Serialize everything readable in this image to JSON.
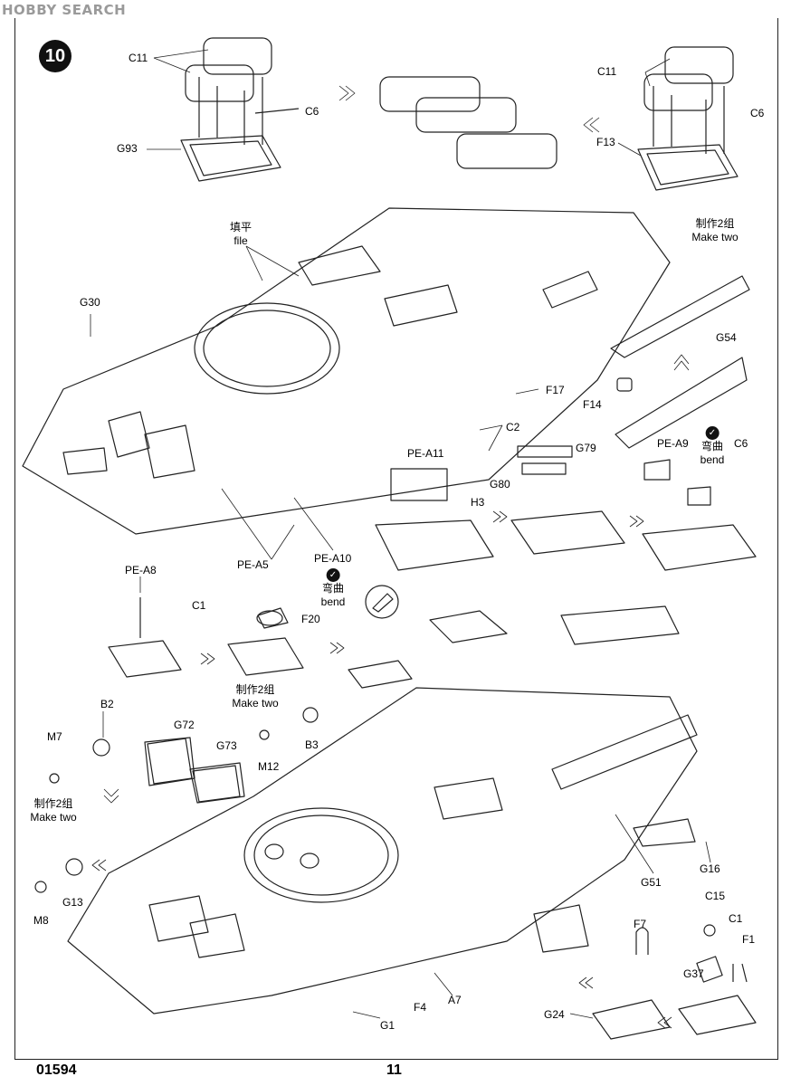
{
  "watermark": "HOBBY SEARCH",
  "step_number": "10",
  "page_code": "01594",
  "page_number": "11",
  "labels": {
    "c11_tl": "C11",
    "c6_tl": "C6",
    "g93": "G93",
    "c11_tr": "C11",
    "c6_tr": "C6",
    "f13": "F13",
    "g30": "G30",
    "f17": "F17",
    "c2": "C2",
    "f14": "F14",
    "g54": "G54",
    "pe_a11": "PE-A11",
    "h3": "H3",
    "g79": "G79",
    "g80": "G80",
    "pe_a9": "PE-A9",
    "c6_r": "C6",
    "pe_a5": "PE-A5",
    "pe_a10": "PE-A10",
    "pe_a8": "PE-A8",
    "c1_mid": "C1",
    "f20": "F20",
    "b2": "B2",
    "m7": "M7",
    "g72": "G72",
    "g73": "G73",
    "b3": "B3",
    "m12": "M12",
    "g13": "G13",
    "m8": "M8",
    "g51": "G51",
    "g16": "G16",
    "c15": "C15",
    "c1_br": "C1",
    "f7": "F7",
    "f1": "F1",
    "g37": "G37",
    "f4": "F4",
    "a7": "A7",
    "g24": "G24",
    "g1": "G1"
  },
  "notes": {
    "file_cn": "填平",
    "file_en": "file",
    "make_two_cn": "制作2组",
    "make_two_en": "Make two",
    "bend_cn": "弯曲",
    "bend_en": "bend"
  },
  "colors": {
    "line": "#222222",
    "shade": "#d9d9d9",
    "watermark": "#9a9a9a"
  }
}
